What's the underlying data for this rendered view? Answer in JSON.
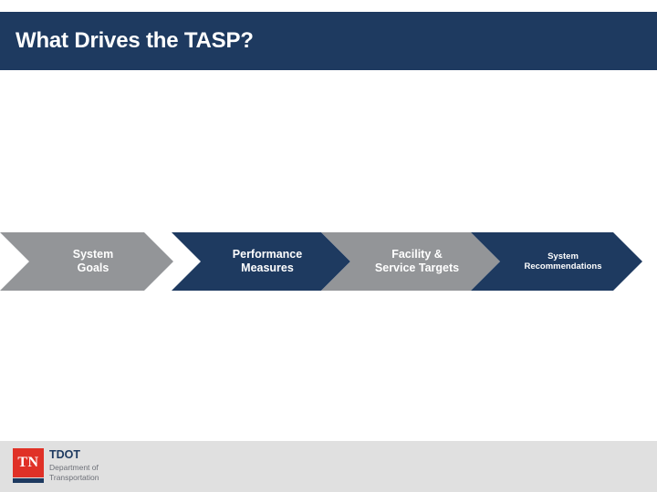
{
  "slide": {
    "title": "What Drives the TASP?",
    "background_color": "#ffffff"
  },
  "theme": {
    "navy": "#1e3a60",
    "gray": "#939598",
    "footer_gray": "#e0e0e0",
    "logo_red": "#e03127",
    "text_white": "#ffffff"
  },
  "process": {
    "steps": [
      {
        "label": "System\nGoals",
        "color": "#939598",
        "order": 1
      },
      {
        "label": "Performance\nMeasures",
        "color": "#1e3a60",
        "order": 2
      },
      {
        "label": "Facility &\nService Targets",
        "color": "#939598",
        "order": 3
      },
      {
        "label": "System\nRecommendations",
        "color": "#1e3a60",
        "order": 4
      }
    ]
  },
  "footer": {
    "logo": {
      "mark_text": "TN",
      "acronym": "TDOT",
      "line1": "Department of",
      "line2": "Transportation"
    }
  }
}
